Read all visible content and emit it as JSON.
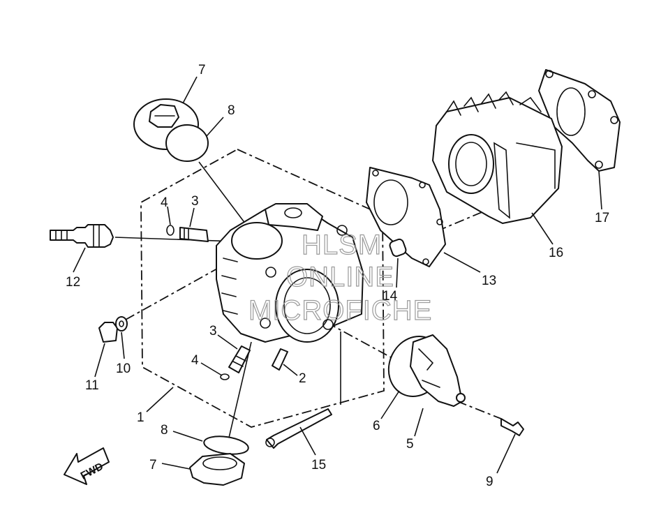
{
  "callouts": {
    "c1": "1",
    "c2": "2",
    "c3a": "3",
    "c3b": "3",
    "c4a": "4",
    "c4b": "4",
    "c5": "5",
    "c6": "6",
    "c7a": "7",
    "c7b": "7",
    "c8a": "8",
    "c8b": "8",
    "c9": "9",
    "c10": "10",
    "c11": "11",
    "c12": "12",
    "c13": "13",
    "c14": "14",
    "c15": "15",
    "c16": "16",
    "c17": "17"
  },
  "watermark": {
    "line1": "HLSM",
    "line2": "ONLINE",
    "line3": "MICROFICHE"
  },
  "fwd_arrow_label": "FWD",
  "colors": {
    "ink": "#111111",
    "watermark": "#9a9a9a",
    "background": "#ffffff"
  }
}
